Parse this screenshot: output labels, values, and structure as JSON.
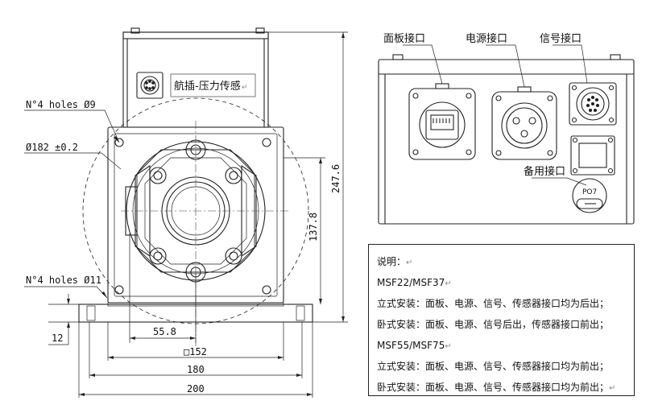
{
  "dimensions": {
    "holes_top": "N°4 holes",
    "holes_top_dia": "9",
    "circle_dia": "182 ±0.2",
    "holes_bottom": "N°4 holes",
    "holes_bottom_dia": "11",
    "thickness": "12",
    "offset": "55.8",
    "square": "152",
    "width_180": "180",
    "width_200": "200",
    "height_total": "247.6",
    "height_center": "137.8"
  },
  "connector_label": "航插-压力传感",
  "ports": {
    "panel": "面板接口",
    "power": "电源接口",
    "signal": "信号接口",
    "spare": "备用接口"
  },
  "cap_text": "PO7",
  "notes": [
    "说明：",
    "MSF22/MSF37",
    "立式安装：面板、电源、信号、传感器接口均为后出；",
    "卧式安装：面板、电源、信号后出，传感器接口前出；",
    "MSF55/MSF75",
    "立式安装：面板、电源、信号、传感器接口均为前出；",
    "卧式安装：面板、电源、信号、传感器接口均为前出；"
  ],
  "paragraph_mark": "↵"
}
